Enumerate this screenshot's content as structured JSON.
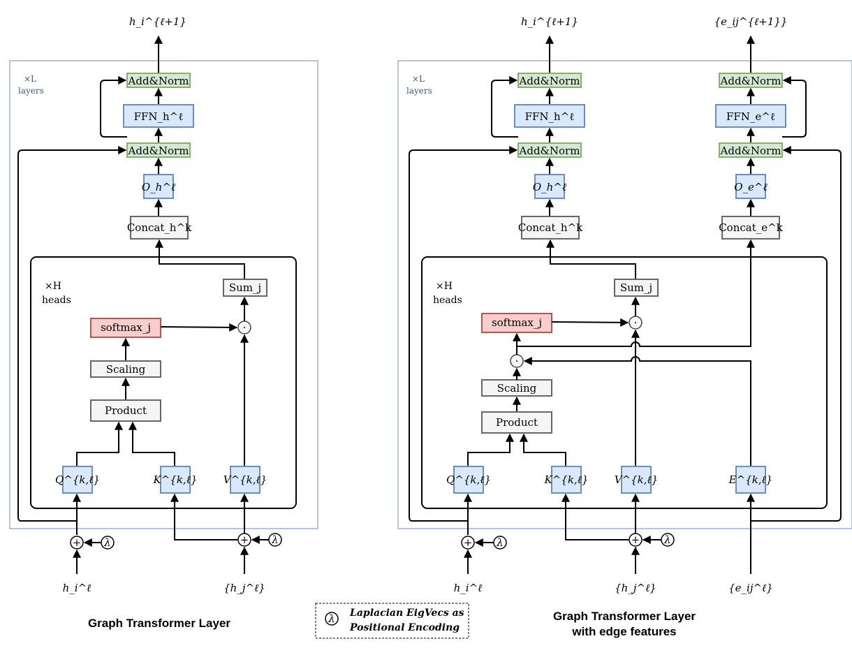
{
  "left": {
    "top_output": "h_i^{ℓ+1}",
    "layers_mult": "×L",
    "layers_word": "layers",
    "add_norm_top": "Add&Norm",
    "ffn": "FFN_h^ℓ",
    "add_norm_mid": "Add&Norm",
    "o": "O_h^ℓ",
    "concat": "Concat_h^k",
    "heads_mult": "×H",
    "heads_word": "heads",
    "sum": "Sum_j",
    "softmax": "softmax_j",
    "dot": "·",
    "scaling": "Scaling",
    "product": "Product",
    "q": "Q^{k,ℓ}",
    "k": "K^{k,ℓ}",
    "v": "V^{k,ℓ}",
    "plus": "+",
    "lambda": "λ",
    "input_hi": "h_i^ℓ",
    "input_hj": "{h_j^ℓ}",
    "caption": "Graph Transformer Layer"
  },
  "right": {
    "top_output_h": "h_i^{ℓ+1}",
    "top_output_e": "{e_ij^{ℓ+1}}",
    "layers_mult": "×L",
    "layers_word": "layers",
    "add_norm_top_h": "Add&Norm",
    "add_norm_top_e": "Add&Norm",
    "ffn_h": "FFN_h^ℓ",
    "ffn_e": "FFN_e^ℓ",
    "add_norm_mid_h": "Add&Norm",
    "add_norm_mid_e": "Add&Norm",
    "o_h": "O_h^ℓ",
    "o_e": "O_e^ℓ",
    "concat_h": "Concat_h^k",
    "concat_e": "Concat_e^k",
    "heads_mult": "×H",
    "heads_word": "heads",
    "sum": "Sum_j",
    "softmax": "softmax_j",
    "dot": "·",
    "scaling": "Scaling",
    "product": "Product",
    "q": "Q^{k,ℓ}",
    "k": "K^{k,ℓ}",
    "v": "V^{k,ℓ}",
    "e": "E^{k,ℓ}",
    "plus": "+",
    "lambda": "λ",
    "input_hi": "h_i^ℓ",
    "input_hj": "{h_j^ℓ}",
    "input_e": "{e_ij^ℓ}",
    "caption_line1": "Graph Transformer Layer",
    "caption_line2": "with edge features"
  },
  "legend": {
    "symbol": "λ",
    "line1": "Laplacian EigVecs as",
    "line2": "Positional Encoding"
  }
}
